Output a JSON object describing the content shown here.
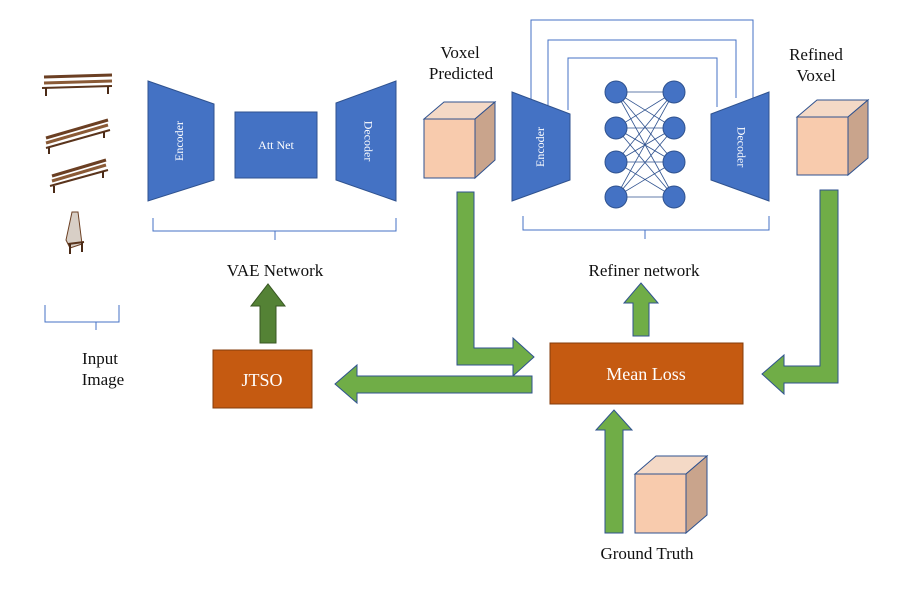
{
  "input": {
    "label_line1": "Input",
    "label_line2": "Image",
    "thumbnails": [
      "bench-view-1",
      "bench-view-2",
      "bench-view-3",
      "bench-view-4"
    ]
  },
  "vae": {
    "encoder": "Encoder",
    "attnet": "Att Net",
    "decoder": "Decoder",
    "label": "VAE Network"
  },
  "voxel_predicted": {
    "line1": "Voxel",
    "line2": "Predicted"
  },
  "refiner": {
    "encoder": "Encoder",
    "decoder": "Decoder",
    "label": "Refiner network"
  },
  "refined_voxel": {
    "line1": "Refined",
    "line2": "Voxel"
  },
  "boxes": {
    "jtso": "JTSO",
    "mean_loss": "Mean Loss"
  },
  "ground_truth": {
    "label": "Ground Truth"
  },
  "colors": {
    "network_blue": "#4472C4",
    "network_border": "#2F528F",
    "voxel_face": "#F8CBAD",
    "voxel_side": "#C9A48C",
    "voxel_top": "#F4D9C6",
    "arrow_green": "#70AD47",
    "arrow_dark_green": "#548235",
    "box_orange": "#C55A11",
    "brace": "#4472C4"
  }
}
